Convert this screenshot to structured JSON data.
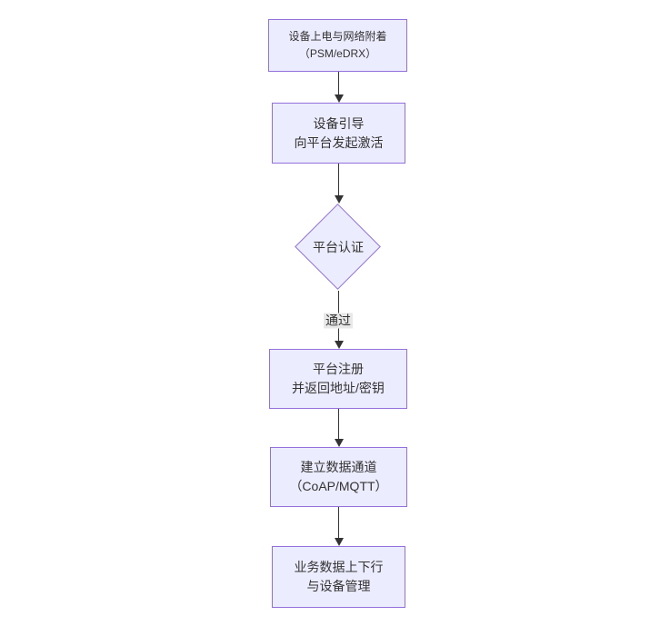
{
  "canvas": {
    "background": "#ffffff"
  },
  "palette": {
    "node_fill": "#ECECFF",
    "node_border": "#9370DB",
    "text_color": "#333333",
    "arrow_color": "#333333",
    "edge_label_bg": "#e8e8e8"
  },
  "flowchart": {
    "direction": "top-to-bottom",
    "nodes": [
      {
        "id": "n1",
        "type": "rect",
        "line1": "设备上电与网络附着",
        "line2": "（PSM/eDRX）"
      },
      {
        "id": "n2",
        "type": "rect",
        "line1": "设备引导",
        "line2": "向平台发起激活"
      },
      {
        "id": "d1",
        "type": "diamond",
        "label": "平台认证"
      },
      {
        "id": "n3",
        "type": "rect",
        "line1": "平台注册",
        "line2": "并返回地址/密钥"
      },
      {
        "id": "n4",
        "type": "rect",
        "line1": "建立数据通道",
        "line2": "（CoAP/MQTT）"
      },
      {
        "id": "n5",
        "type": "rect",
        "line1": "业务数据上下行",
        "line2": "与设备管理"
      }
    ],
    "edges": [
      {
        "from": "n1",
        "to": "n2",
        "label": ""
      },
      {
        "from": "n2",
        "to": "d1",
        "label": ""
      },
      {
        "from": "d1",
        "to": "n3",
        "label": "通过"
      },
      {
        "from": "n3",
        "to": "n4",
        "label": ""
      },
      {
        "from": "n4",
        "to": "n5",
        "label": ""
      }
    ]
  }
}
